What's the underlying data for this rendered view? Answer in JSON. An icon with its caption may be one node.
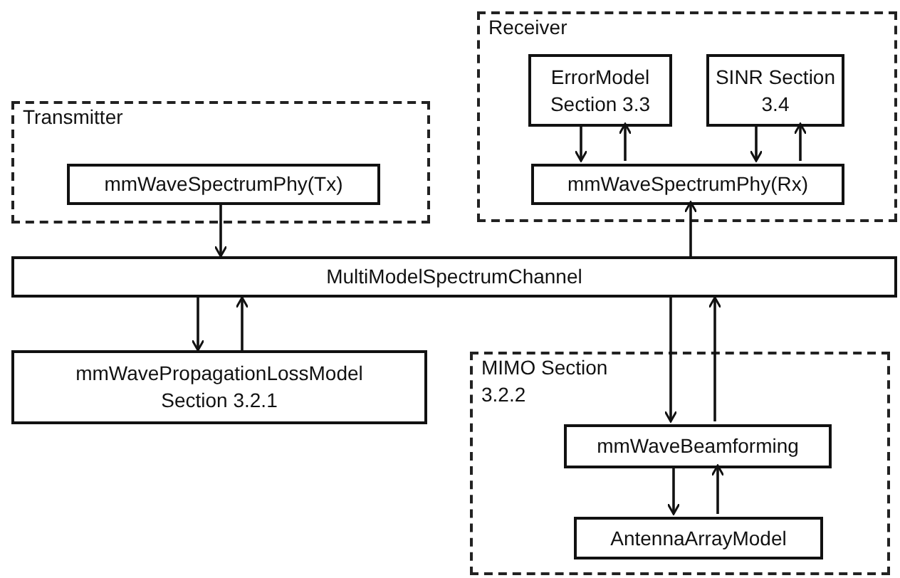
{
  "diagram": {
    "nodes": [
      {
        "text": [
          "Receiver"
        ]
      },
      {
        "text": [
          "ErrorModel Section 3.3"
        ],
        "in": 0
      },
      {
        "text": [
          "SINR Section 3.4"
        ],
        "in": 0
      },
      {
        "text": [
          "mmWaveSpectrumPhy(Rx)"
        ],
        "in": 0
      },
      {
        "text": [
          "Transmitter"
        ]
      },
      {
        "text": [
          "mmWaveSpectrumPhy(Tx)"
        ],
        "in": 4
      },
      {
        "text": [
          "MultiModelSpectrumChannel"
        ]
      },
      {
        "text": [
          "mmWavePropagationLossModel Section 3.2.1"
        ]
      },
      {
        "text": [
          "MIMO Section 3.2.2"
        ]
      },
      {
        "text": [
          "mmWaveBeamforming"
        ],
        "in": 8
      },
      {
        "text": [
          "AntennaArrayModel"
        ],
        "in": 8
      }
    ],
    "edges": [
      {
        "from": 5,
        "to": 6,
        "arrow": "to"
      },
      {
        "from": 6,
        "to": 3,
        "arrow": "to"
      },
      {
        "from": 1,
        "to": 3,
        "arrow": "to"
      },
      {
        "from": 3,
        "to": 1,
        "arrow": "to"
      },
      {
        "from": 2,
        "to": 3,
        "arrow": "to"
      },
      {
        "from": 3,
        "to": 2,
        "arrow": "to"
      },
      {
        "from": 6,
        "to": 7,
        "arrow": "to"
      },
      {
        "from": 7,
        "to": 6,
        "arrow": "to"
      },
      {
        "from": 6,
        "to": 9,
        "arrow": "to"
      },
      {
        "from": 9,
        "to": 6,
        "arrow": "to"
      },
      {
        "from": 9,
        "to": 10,
        "arrow": "to"
      },
      {
        "from": 10,
        "to": 9,
        "arrow": "to"
      }
    ]
  }
}
